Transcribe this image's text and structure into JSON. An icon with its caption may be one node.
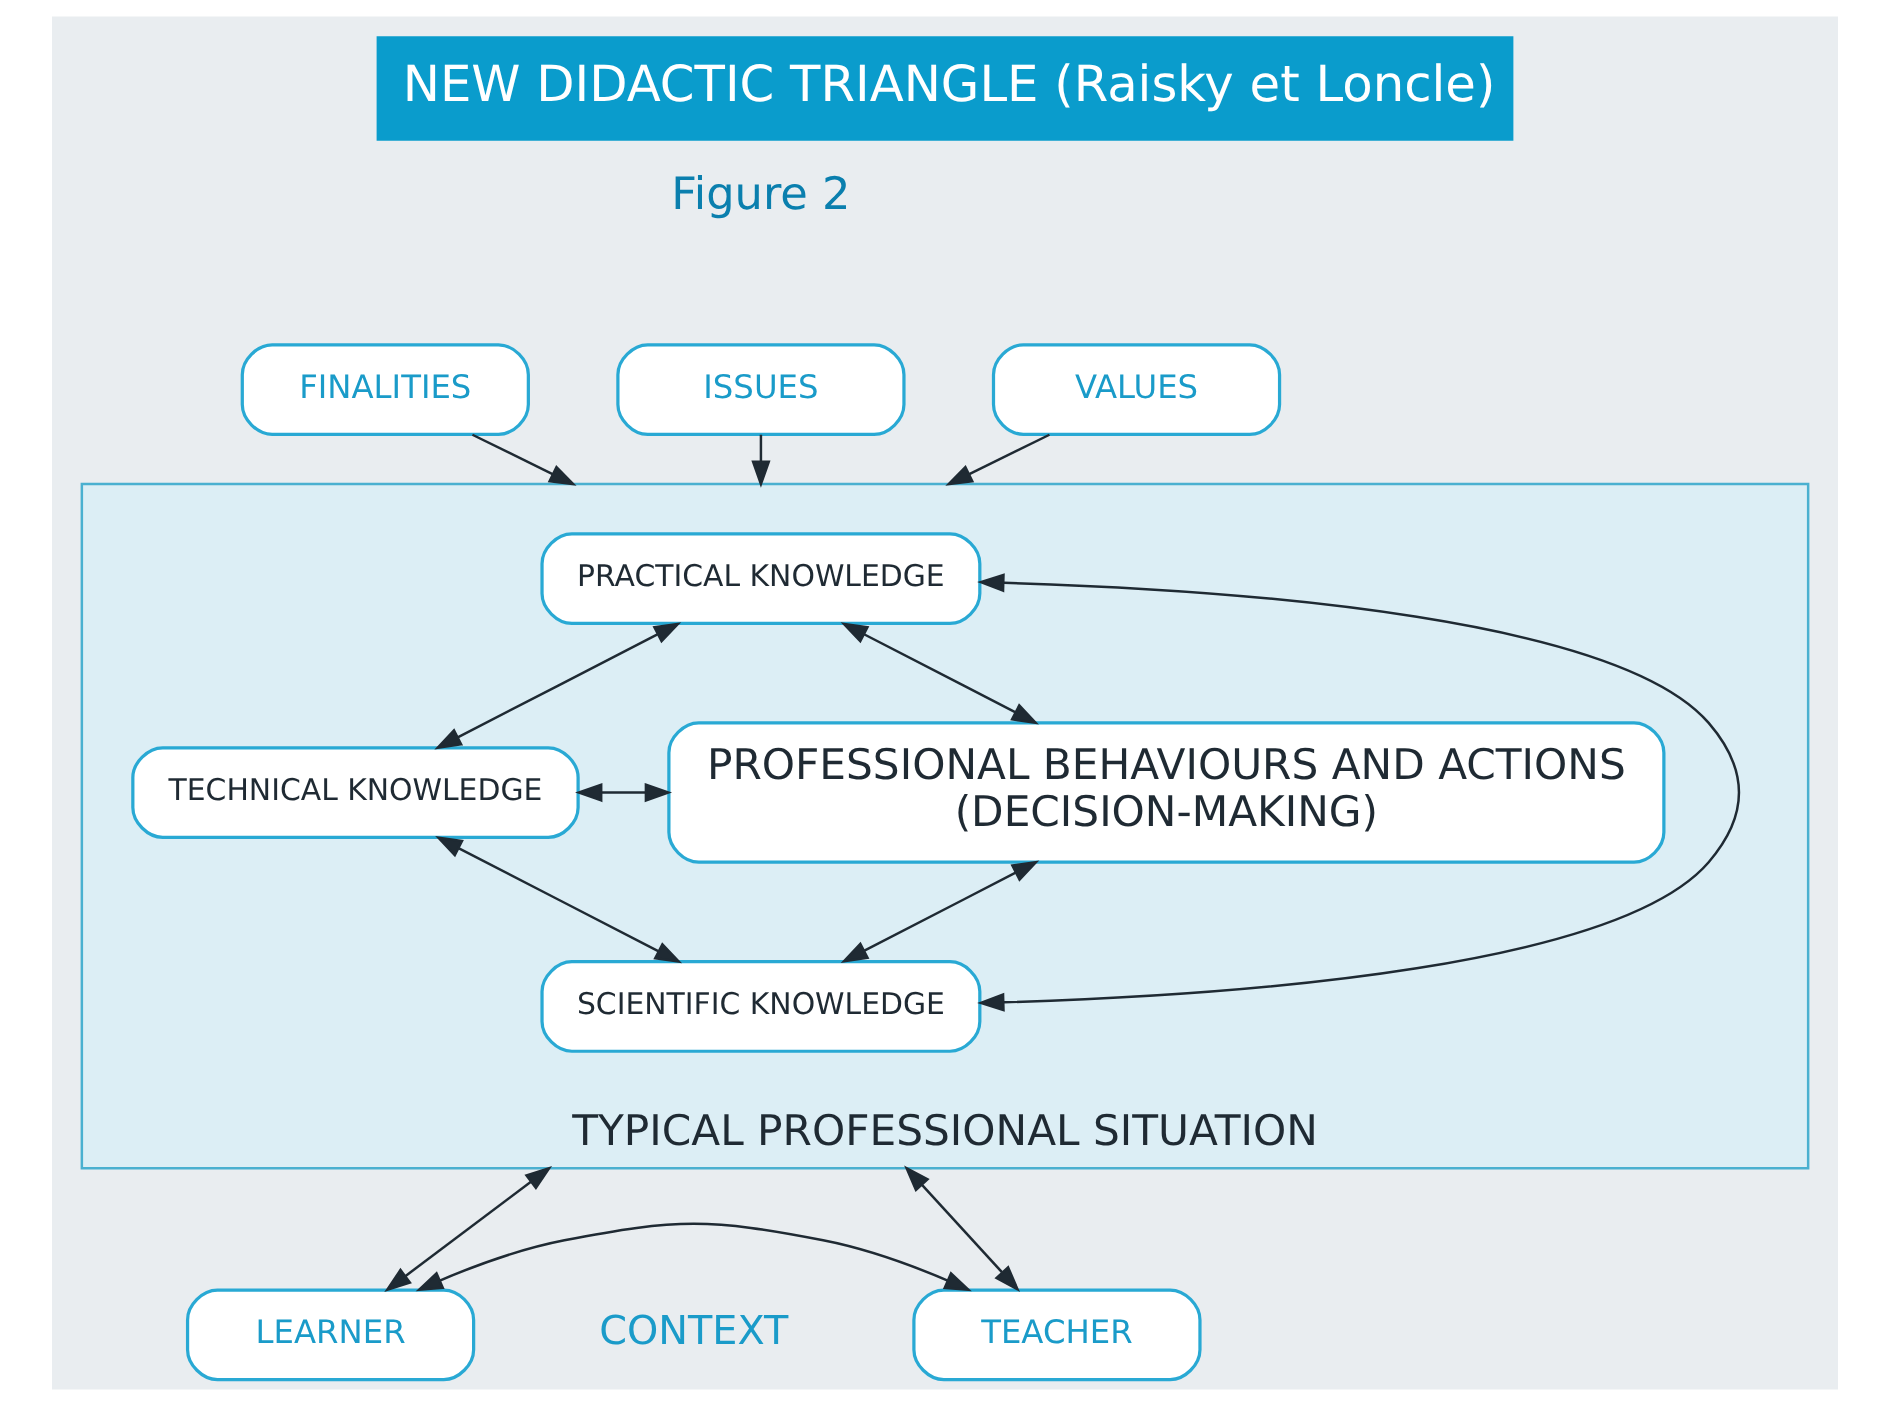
{
  "diagram": {
    "title": "NEW DIDACTIC TRIANGLE (Raisky et Loncle)",
    "nodes": [
      {
        "text": [
          "FINALITIES"
        ]
      },
      {
        "text": [
          "ISSUES"
        ]
      },
      {
        "text": [
          "VALUES"
        ]
      },
      {
        "text": [
          "TYPICAL PROFESSIONAL SITUATION"
        ]
      },
      {
        "text": [
          "PRACTICAL KNOWLEDGE"
        ],
        "in": 3
      },
      {
        "text": [
          "TECHNICAL KNOWLEDGE"
        ],
        "in": 3
      },
      {
        "text": [
          "PROFESSIONAL BEHAVIOURS AND ACTIONS",
          "(DECISION-MAKING)"
        ],
        "in": 3
      },
      {
        "text": [
          "SCIENTIFIC KNOWLEDGE"
        ],
        "in": 3
      },
      {
        "text": [
          "LEARNER"
        ]
      },
      {
        "text": [
          "TEACHER"
        ]
      }
    ],
    "edges": [
      {
        "from": 0,
        "to": 3,
        "arrow": "to"
      },
      {
        "from": 1,
        "to": 3,
        "arrow": "to"
      },
      {
        "from": 2,
        "to": 3,
        "arrow": "to"
      },
      {
        "from": 4,
        "to": 5,
        "arrow": "both"
      },
      {
        "from": 5,
        "to": 7,
        "arrow": "both"
      },
      {
        "from": 4,
        "to": 7,
        "arrow": "both"
      },
      {
        "from": 4,
        "to": 6,
        "arrow": "both"
      },
      {
        "from": 5,
        "to": 6,
        "arrow": "both"
      },
      {
        "from": 7,
        "to": 6,
        "arrow": "both"
      },
      {
        "from": 3,
        "to": 8,
        "arrow": "both"
      },
      {
        "from": 3,
        "to": 9,
        "arrow": "both"
      },
      {
        "from": 8,
        "to": 9,
        "arrow": "both"
      }
    ],
    "labels": [
      "Figure 2",
      "CONTEXT"
    ]
  }
}
